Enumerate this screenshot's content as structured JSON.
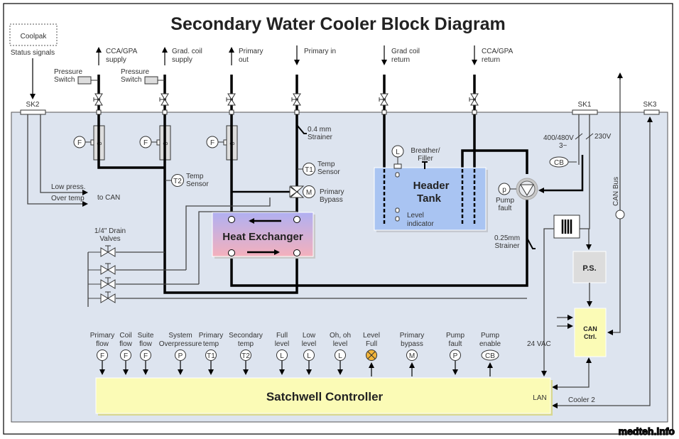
{
  "title": "Secondary Water Cooler Block Diagram",
  "watermark": "medteh.info",
  "coolpak": {
    "label": "Coolpak",
    "status": "Status signals"
  },
  "connectors": {
    "sk1": "SK1",
    "sk2": "SK2",
    "sk3": "SK3"
  },
  "top_lines": [
    {
      "l1": "CCA/GPA",
      "l2": "supply",
      "dir": "up"
    },
    {
      "l1": "Grad. coil",
      "l2": "supply",
      "dir": "up"
    },
    {
      "l1": "Primary",
      "l2": "out",
      "dir": "up"
    },
    {
      "l1": "Primary in",
      "l2": "",
      "dir": "down"
    },
    {
      "l1": "Grad coil",
      "l2": "return",
      "dir": "down"
    },
    {
      "l1": "CCA/GPA",
      "l2": "return",
      "dir": "down"
    }
  ],
  "pressure_switch": {
    "l1": "Pressure",
    "l2": "Switch"
  },
  "sensors": {
    "flow": "F",
    "t1": "T1",
    "t2": "T2",
    "m": "M",
    "l": "L",
    "p": "p",
    "cb": "CB",
    "temp_sensor_l1": "Temp",
    "temp_sensor_l2": "Sensor"
  },
  "strainer1": {
    "l1": "0.4 mm",
    "l2": "Strainer"
  },
  "strainer2": {
    "l1": "0.25mm",
    "l2": "Strainer"
  },
  "primary_bypass": {
    "l1": "Primary",
    "l2": "Bypass"
  },
  "heat_exchanger": "Heat Exchanger",
  "header_tank": {
    "l1": "Header",
    "l2": "Tank"
  },
  "breather": {
    "l1": "Breather/",
    "l2": "Filler"
  },
  "level_indicator": {
    "l1": "Level",
    "l2": "indicator"
  },
  "pump_fault": {
    "l1": "Pump",
    "l2": "fault"
  },
  "power": {
    "v3": "400/480V",
    "phase": "3~",
    "v1": "230V"
  },
  "can_bus": "CAN Bus",
  "ps": "P.S.",
  "can_ctrl": {
    "l1": "CAN",
    "l2": "Ctrl."
  },
  "to_can": {
    "low": "Low press.",
    "over": "Over temp",
    "label": "to CAN"
  },
  "drain": {
    "l1": "1/4\" Drain",
    "l2": "Valves"
  },
  "controller": {
    "label": "Satchwell Controller",
    "lan": "LAN",
    "vac": "24 VAC",
    "cooler2": "Cooler 2"
  },
  "signals": [
    {
      "l1": "Primary",
      "l2": "flow",
      "sym": "F",
      "dir": "in"
    },
    {
      "l1": "Coil",
      "l2": "flow",
      "sym": "F",
      "dir": "in"
    },
    {
      "l1": "Suite",
      "l2": "flow",
      "sym": "F",
      "dir": "in"
    },
    {
      "l1": "System",
      "l2": "Overpressure",
      "sym": "P",
      "dir": "in"
    },
    {
      "l1": "Primary",
      "l2": "temp",
      "sym": "T1",
      "dir": "in"
    },
    {
      "l1": "Secondary",
      "l2": "temp",
      "sym": "T2",
      "dir": "in"
    },
    {
      "l1": "Full",
      "l2": "level",
      "sym": "L",
      "dir": "in"
    },
    {
      "l1": "Low",
      "l2": "level",
      "sym": "L",
      "dir": "in"
    },
    {
      "l1": "Oh, oh",
      "l2": "level",
      "sym": "L",
      "dir": "in"
    },
    {
      "l1": "Level",
      "l2": "Full",
      "sym": "lamp",
      "dir": "out"
    },
    {
      "l1": "Primary",
      "l2": "bypass",
      "sym": "M",
      "dir": "out"
    },
    {
      "l1": "Pump",
      "l2": "fault",
      "sym": "P",
      "dir": "in"
    },
    {
      "l1": "Pump",
      "l2": "enable",
      "sym": "CB",
      "dir": "out"
    }
  ],
  "colors": {
    "panel": "#dde4ef",
    "tank": "#a9c4f2",
    "hx_top": "#b0b0f0",
    "hx_bot": "#f0b0c0",
    "controller": "#fbfbb6",
    "ps": "#dcdcdc",
    "lamp": "#f3b53a"
  }
}
